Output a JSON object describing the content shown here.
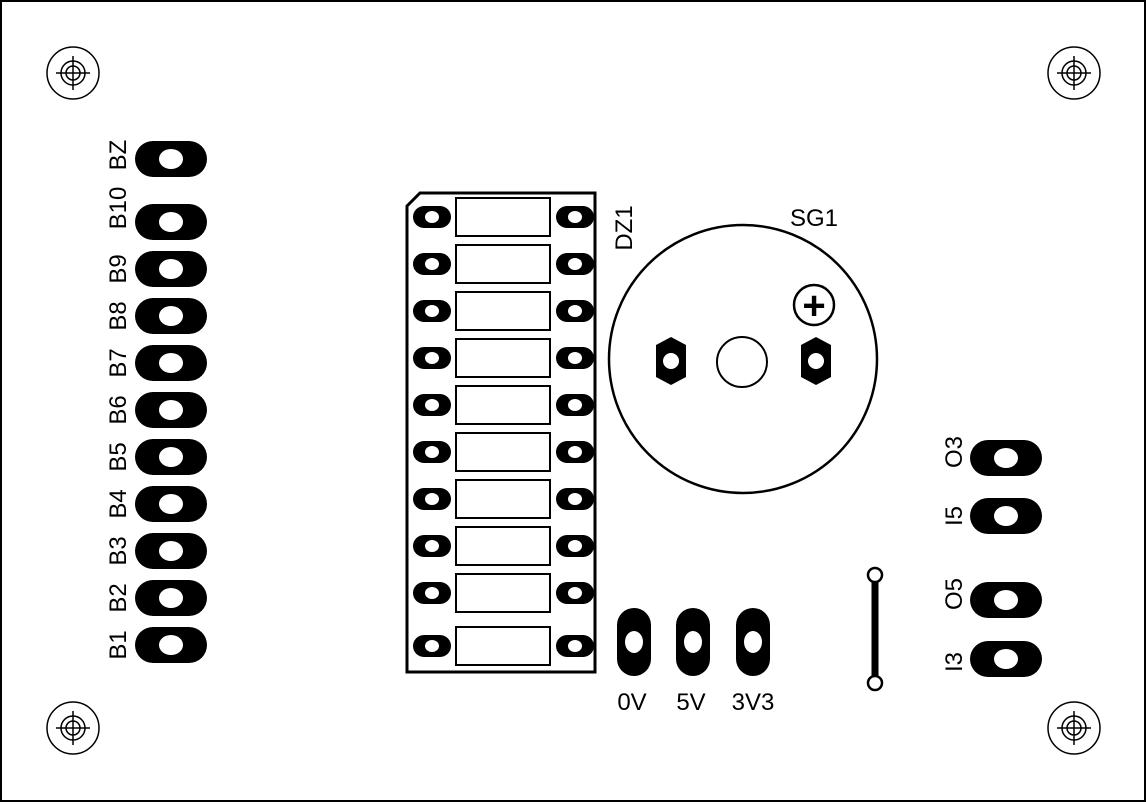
{
  "colors": {
    "ink": "#000000",
    "paper": "#ffffff"
  },
  "left_header": {
    "labels": [
      "B1",
      "B2",
      "B3",
      "B4",
      "B5",
      "B6",
      "B7",
      "B8",
      "B9",
      "B10",
      "BZ"
    ]
  },
  "resistor_array": {
    "label": "DZ1",
    "resistor_count": 10
  },
  "buzzer": {
    "label": "SG1",
    "polarity_symbol": "+"
  },
  "power_pads": {
    "labels": [
      "0V",
      "5V",
      "3V3"
    ]
  },
  "right_pads": {
    "labels": [
      "O3",
      "I5",
      "O5",
      "I3"
    ]
  },
  "mounting_holes": {
    "icon": "crosshair-circle-icon",
    "count": 4
  }
}
